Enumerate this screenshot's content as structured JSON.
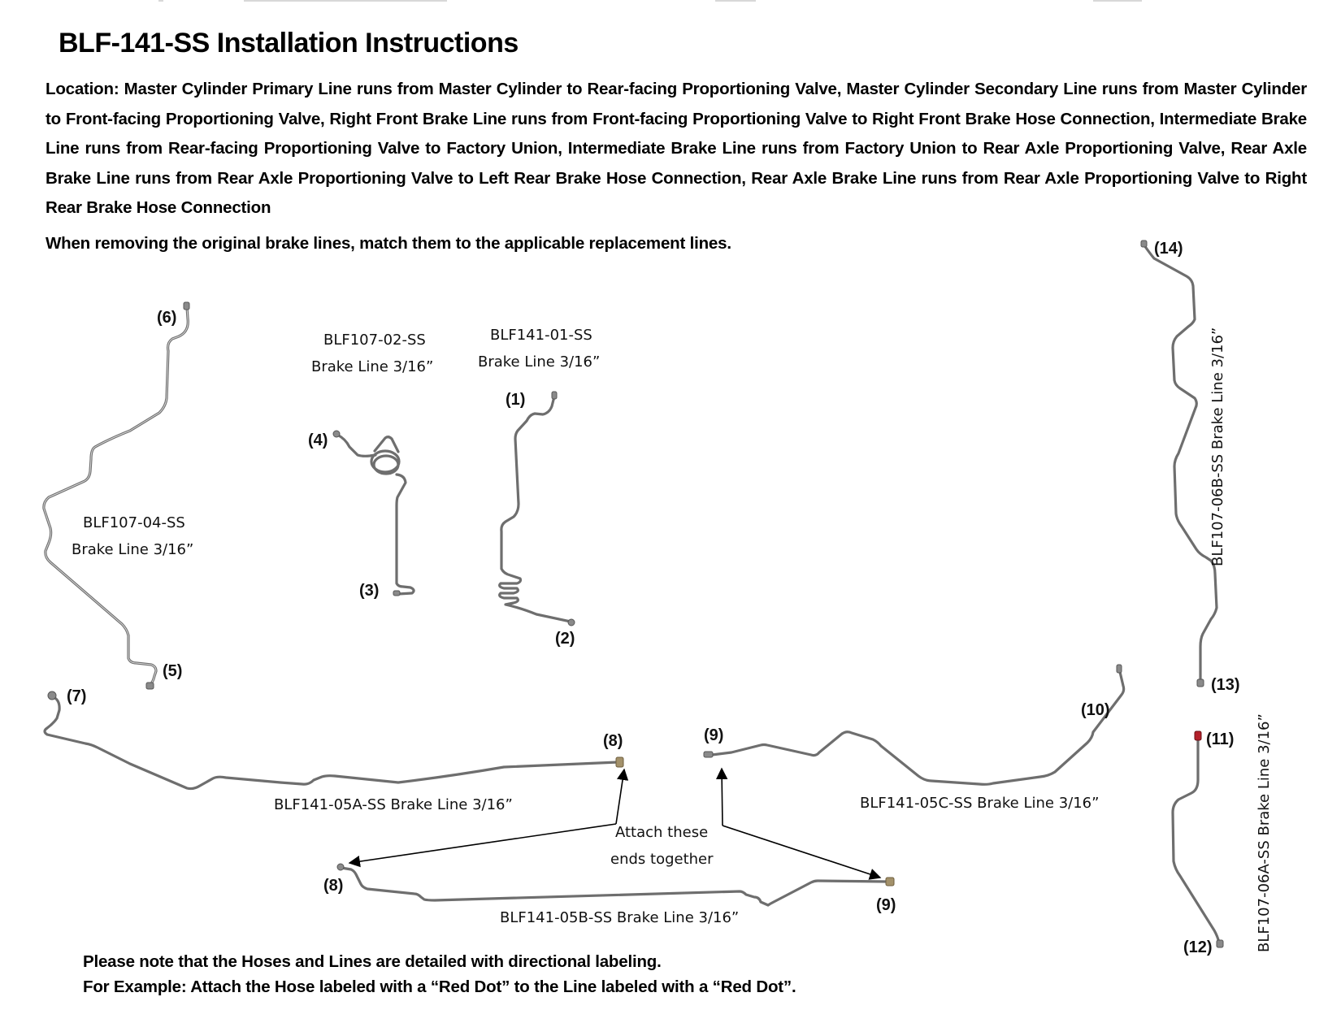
{
  "document": {
    "title": "BLF-141-SS Installation Instructions",
    "location_text": "Location: Master Cylinder Primary Line runs from Master Cylinder to Rear-facing Proportioning Valve, Master Cylinder Secondary Line runs from Master Cylinder to Front-facing Proportioning Valve, Right Front Brake Line runs from Front-facing Proportioning Valve to Right Front Brake Hose Connection, Intermediate Brake Line runs from Rear-facing Proportioning Valve to Factory Union,  Intermediate Brake Line runs from Factory Union to Rear Axle Proportioning Valve, Rear Axle Brake Line runs from Rear Axle Proportioning Valve to Left Rear Brake Hose Connection, Rear Axle Brake Line runs from Rear Axle Proportioning Valve to Right Rear Brake Hose Connection",
    "match_instruction": "When removing the original brake lines, match them to the applicable replacement lines.",
    "note_lines": [
      "Please note that the Hoses and Lines are detailed with directional labeling.",
      "For Example: Attach the Hose labeled with a “Red Dot” to the Line labeled with a “Red Dot”."
    ]
  },
  "parts": [
    {
      "part_number": "BLF107-04-SS",
      "size": "Brake Line 3/16”",
      "ends": [
        "(6)",
        "(5)"
      ]
    },
    {
      "part_number": "BLF107-02-SS",
      "size": "Brake Line 3/16”",
      "ends": [
        "(4)",
        "(3)"
      ]
    },
    {
      "part_number": "BLF141-01-SS",
      "size": "Brake Line 3/16”",
      "ends": [
        "(1)",
        "(2)"
      ]
    },
    {
      "label": "BLF107-06B-SS Brake Line 3/16”",
      "ends": [
        "(14)",
        "(13)"
      ]
    },
    {
      "label": "BLF141-05A-SS Brake Line 3/16”",
      "ends": [
        "(7)",
        "(8)"
      ]
    },
    {
      "label": "BLF141-05C-SS Brake Line 3/16”",
      "ends": [
        "(9)",
        "(10)"
      ]
    },
    {
      "label": "BLF141-05B-SS Brake Line 3/16”",
      "ends": [
        "(8)",
        "(9)"
      ]
    },
    {
      "label": "BLF107-06A-SS Brake Line 3/16”",
      "ends": [
        "(11)",
        "(12)"
      ]
    }
  ],
  "callout": {
    "line1": "Attach these",
    "line2": "ends together"
  },
  "colors": {
    "red_dot": "#b3202a",
    "tube": "#6e6e6e",
    "text": "#111111"
  }
}
